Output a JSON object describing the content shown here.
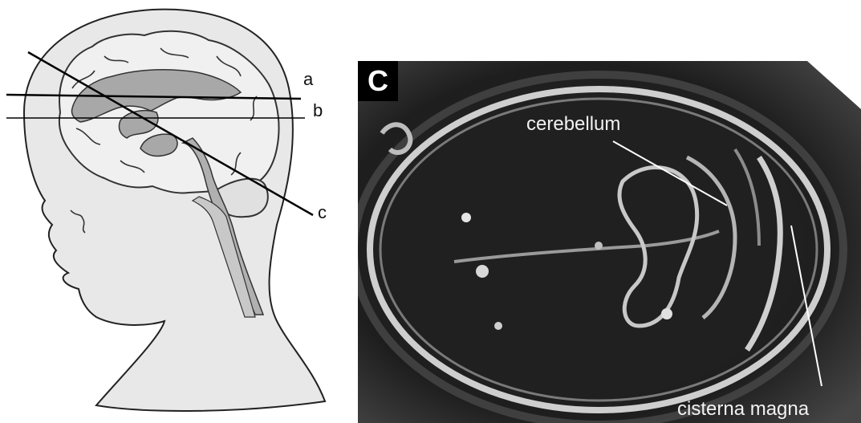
{
  "diagram": {
    "plane_labels": {
      "a": "a",
      "b": "b",
      "c": "c"
    }
  },
  "ultrasound": {
    "panel_tag": "C",
    "labels": {
      "cerebellum": "cerebellum",
      "cisterna_magna": "cisterna magna"
    }
  }
}
